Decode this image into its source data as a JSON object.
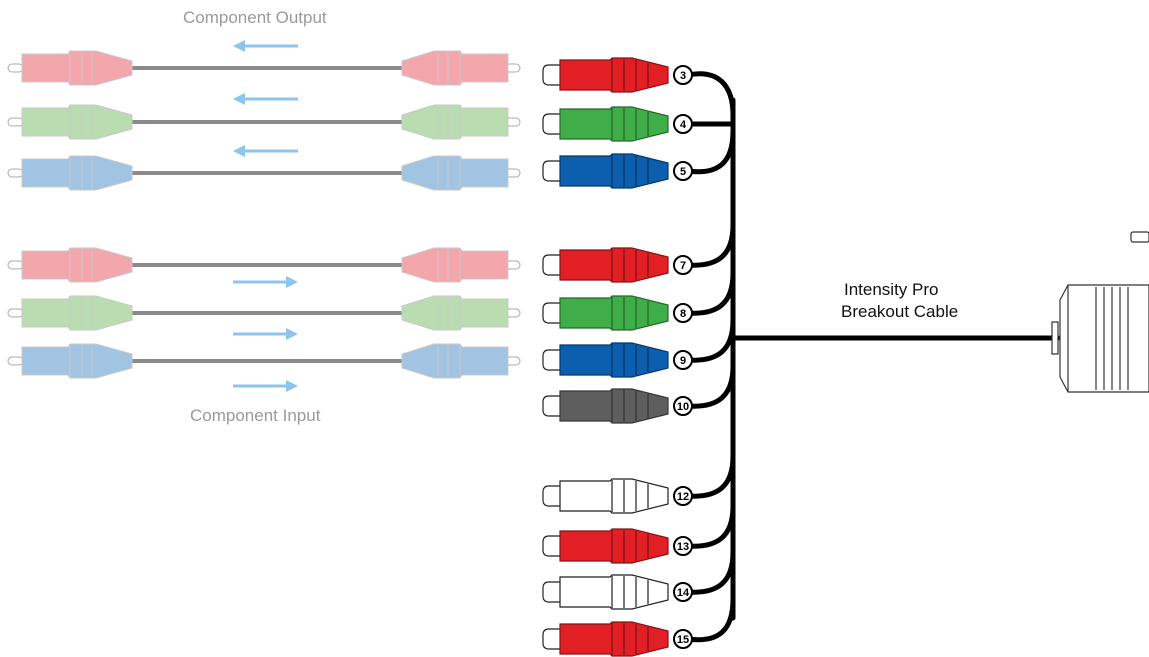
{
  "labels": {
    "component_output": "Component Output",
    "component_input": "Component Input",
    "breakout_line1": "Intensity Pro",
    "breakout_line2": "Breakout Cable"
  },
  "colors": {
    "red": "#e31f26",
    "green": "#3fae49",
    "blue": "#0b5fae",
    "gray": "#5e5e5e",
    "white": "#ffffff",
    "pale_red": "#f3a6ab",
    "pale_green": "#b9ddb0",
    "pale_blue": "#a2c4e3",
    "arrow": "#8cc5ef",
    "cable_gray": "#8a8a8a",
    "harness": "#000000"
  },
  "patch_cables": [
    {
      "color": "pale_red",
      "direction": "left",
      "group": "output"
    },
    {
      "color": "pale_green",
      "direction": "left",
      "group": "output"
    },
    {
      "color": "pale_blue",
      "direction": "left",
      "group": "output"
    },
    {
      "color": "pale_red",
      "direction": "right",
      "group": "input"
    },
    {
      "color": "pale_green",
      "direction": "right",
      "group": "input"
    },
    {
      "color": "pale_blue",
      "direction": "right",
      "group": "input"
    }
  ],
  "breakout_connectors": [
    {
      "color": "red",
      "pin": "3"
    },
    {
      "color": "green",
      "pin": "4"
    },
    {
      "color": "blue",
      "pin": "5"
    },
    {
      "color": "red",
      "pin": "7"
    },
    {
      "color": "green",
      "pin": "8"
    },
    {
      "color": "blue",
      "pin": "9"
    },
    {
      "color": "gray",
      "pin": "10"
    },
    {
      "color": "white",
      "pin": "12"
    },
    {
      "color": "red",
      "pin": "13"
    },
    {
      "color": "white",
      "pin": "14"
    },
    {
      "color": "red",
      "pin": "15"
    }
  ]
}
